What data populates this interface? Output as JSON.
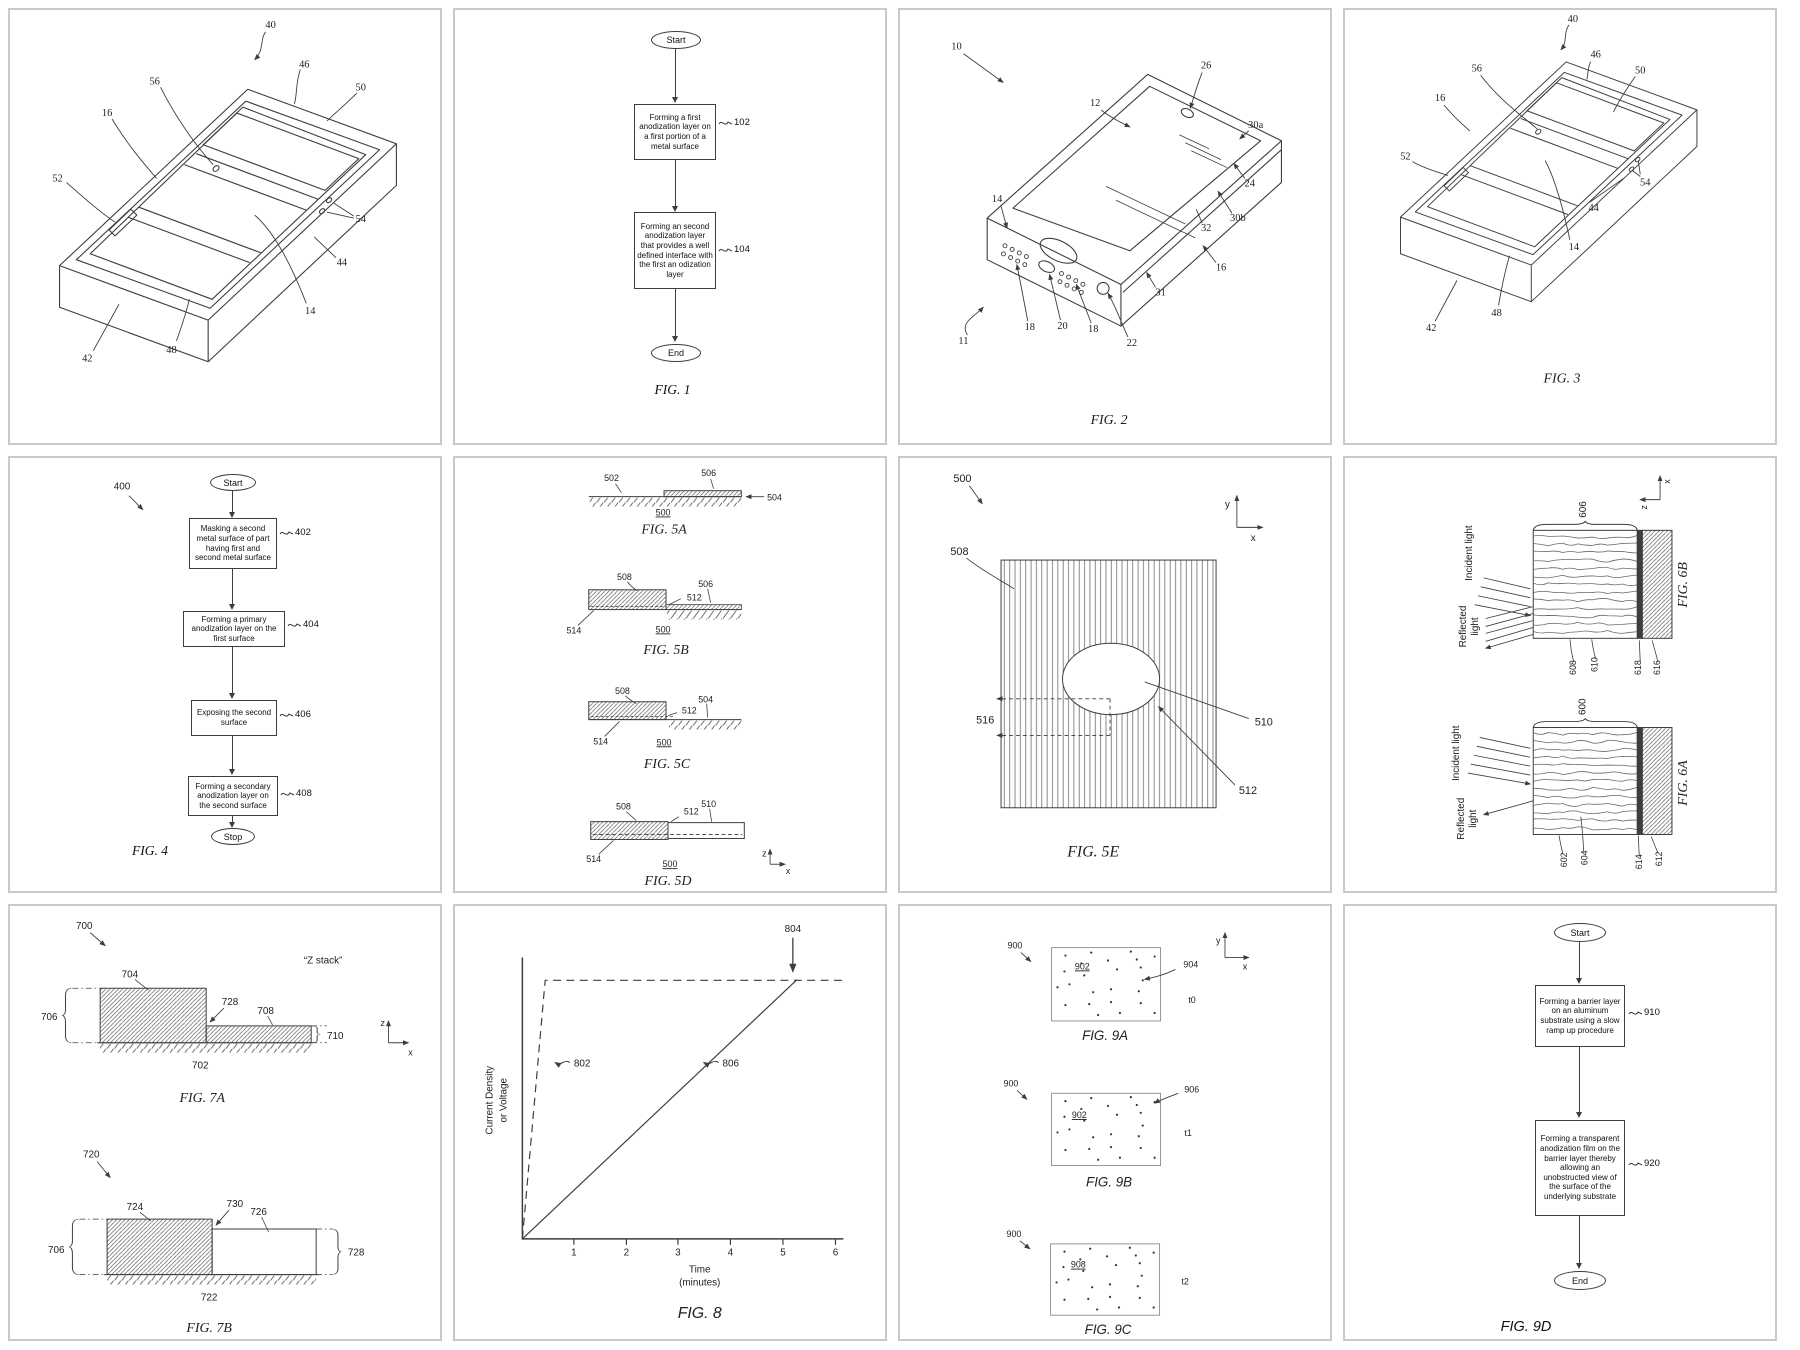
{
  "page": {
    "background": "#ffffff",
    "panel_border": "#c9c9c9",
    "ink": "#3d3d3d"
  },
  "p1": {
    "labels": {
      "n40": "40",
      "n46": "46",
      "n56": "56",
      "n50": "50",
      "n16": "16",
      "n52": "52",
      "n54": "54",
      "n44": "44",
      "n14": "14",
      "n42": "42",
      "n48": "48"
    }
  },
  "p2": {
    "caption": "FIG. 1",
    "start": "Start",
    "end": "End",
    "steps": [
      {
        "ref": "102",
        "text": "Forming a first anodization layer on a first portion of a metal surface"
      },
      {
        "ref": "104",
        "text": "Forming an second anodization layer that provides a well defined interface with the first an odization layer"
      }
    ]
  },
  "p3": {
    "caption": "FIG. 2",
    "labels": {
      "n10": "10",
      "n11": "11",
      "n12": "12",
      "n14": "14",
      "n16": "16",
      "n18a": "18",
      "n18b": "18",
      "n20": "20",
      "n22": "22",
      "n24": "24",
      "n26": "26",
      "n30a": "30a",
      "n30b": "30b",
      "n31": "31",
      "n32": "32"
    }
  },
  "p4": {
    "caption": "FIG. 3",
    "labels": {
      "n40": "40",
      "n46": "46",
      "n56": "56",
      "n50": "50",
      "n16": "16",
      "n52": "52",
      "n54": "54",
      "n44": "44",
      "n14": "14",
      "n42": "42",
      "n48": "48"
    }
  },
  "p5": {
    "caption": "FIG. 4",
    "ref": "400",
    "start": "Start",
    "stop": "Stop",
    "steps": [
      {
        "ref": "402",
        "text": "Masking a second metal surface of part having first and second metal surface"
      },
      {
        "ref": "404",
        "text": "Forming a primary anodization layer on the first surface"
      },
      {
        "ref": "406",
        "text": "Exposing the second surface"
      },
      {
        "ref": "408",
        "text": "Forming a secondary anodization layer on the second surface"
      }
    ]
  },
  "p6": {
    "a": {
      "cap": "FIG. 5A",
      "n502": "502",
      "n506": "506",
      "n504": "504",
      "n500": "500"
    },
    "b": {
      "cap": "FIG. 5B",
      "n508": "508",
      "n512": "512",
      "n506": "506",
      "n514": "514",
      "n500": "500"
    },
    "c": {
      "cap": "FIG. 5C",
      "n508": "508",
      "n512": "512",
      "n504": "504",
      "n514": "514",
      "n500": "500"
    },
    "d": {
      "cap": "FIG. 5D",
      "n508": "508",
      "n512": "512",
      "n510": "510",
      "n514": "514",
      "n500": "500"
    },
    "axes": {
      "v": "z",
      "h": "x"
    }
  },
  "p7": {
    "caption": "FIG. 5E",
    "labels": {
      "n500": "500",
      "n508": "508",
      "n510": "510",
      "n512": "512",
      "n516": "516"
    },
    "axes": {
      "v": "y",
      "h": "x"
    }
  },
  "p8": {
    "b": {
      "cap": "FIG. 6B",
      "inc": "Incident light",
      "ref1": "Reflected",
      "ref2": "light",
      "n606": "606",
      "n608": "608",
      "n610": "610",
      "n618": "618",
      "n616": "616",
      "ax_v": "x",
      "ax_h": "z"
    },
    "a": {
      "cap": "FIG. 6A",
      "inc": "Incident light",
      "ref1": "Reflected",
      "ref2": "light",
      "n600": "600",
      "n602": "602",
      "n604": "604",
      "n614": "614",
      "n612": "612"
    }
  },
  "p9": {
    "a": {
      "cap": "FIG. 7A",
      "title": "“Z stack”",
      "n700": "700",
      "n704": "704",
      "n728": "728",
      "n708": "708",
      "n706": "706",
      "n710": "710",
      "n702": "702",
      "ax_v": "z",
      "ax_h": "x"
    },
    "b": {
      "cap": "FIG. 7B",
      "n720": "720",
      "n724": "724",
      "n730": "730",
      "n726": "726",
      "n706": "706",
      "n728": "728",
      "n722": "722"
    }
  },
  "p10": {
    "caption": "FIG. 8",
    "ylabel1": "Current Density",
    "ylabel2": "or Voltage",
    "xlabel1": "Time",
    "xlabel2": "(minutes)",
    "ticks": [
      "1",
      "2",
      "3",
      "4",
      "5",
      "6"
    ],
    "labels": {
      "n802": "802",
      "n804": "804",
      "n806": "806"
    },
    "chart_data": {
      "type": "line",
      "xlabel": "Time (minutes)",
      "ylabel": "Current Density or Voltage",
      "x_ticks": [
        1,
        2,
        3,
        4,
        5,
        6
      ],
      "grid": false,
      "series": [
        {
          "name": "802",
          "style": "dashed",
          "description": "fast ramp to plateau",
          "points": [
            [
              0,
              0
            ],
            [
              0.45,
              1
            ],
            [
              6.3,
              1
            ]
          ]
        },
        {
          "name": "806",
          "style": "solid",
          "description": "slow linear ramp up",
          "points": [
            [
              0,
              0
            ],
            [
              5.3,
              1
            ]
          ]
        }
      ],
      "annotations": [
        {
          "label": "804",
          "target": "plateau junction of 806",
          "x": 5.3,
          "y": 1
        }
      ]
    }
  },
  "p11": {
    "a": {
      "cap": "FIG. 9A",
      "n900": "900",
      "n902": "902",
      "n904": "904",
      "time": "t0",
      "ax_v": "y",
      "ax_h": "x"
    },
    "b": {
      "cap": "FIG. 9B",
      "n900": "900",
      "n902": "902",
      "n906": "906",
      "time": "t1"
    },
    "c": {
      "cap": "FIG. 9C",
      "n900": "900",
      "n908": "908",
      "time": "t2"
    }
  },
  "p12": {
    "caption": "FIG. 9D",
    "start": "Start",
    "end": "End",
    "steps": [
      {
        "ref": "910",
        "text": "Forming a barrier layer on an aluminum substrate using a slow ramp up procedure"
      },
      {
        "ref": "920",
        "text": "Forming a transparent anodization film on the barrier layer thereby allowing an unobstructed view of the surface of the underlying substrate"
      }
    ]
  }
}
